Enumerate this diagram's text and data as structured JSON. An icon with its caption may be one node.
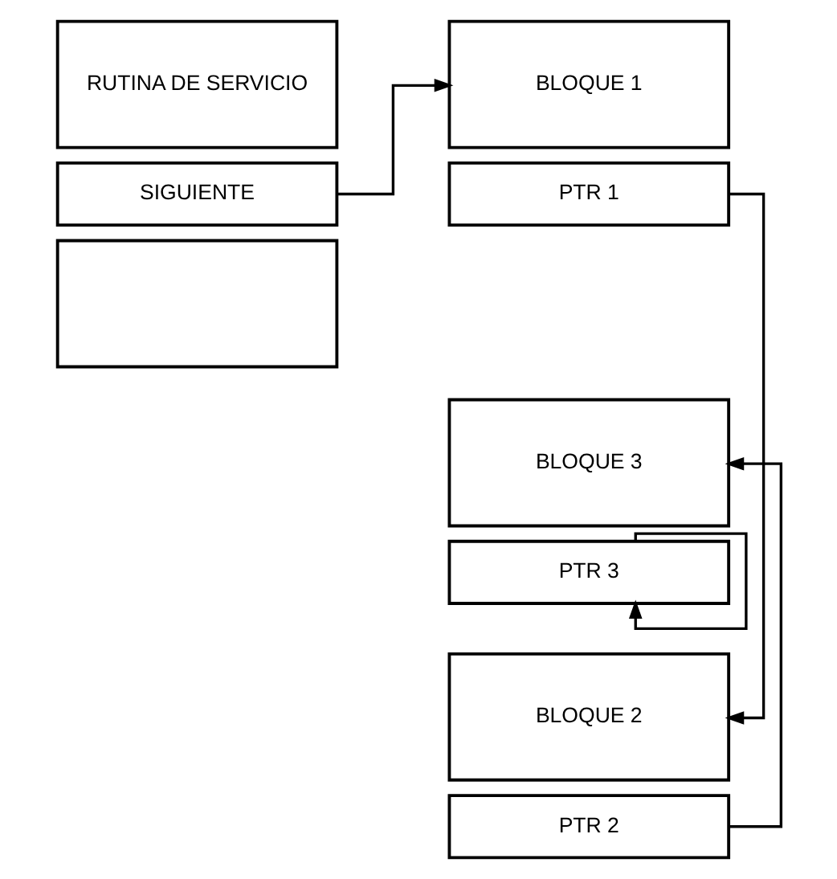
{
  "diagram": {
    "nodes": [
      {
        "text": [
          "RUTINA DE SERVICIO"
        ]
      },
      {
        "text": [
          "SIGUIENTE"
        ]
      },
      {
        "text": [],
        "shape": "box"
      },
      {
        "text": [
          "BLOQUE 1"
        ]
      },
      {
        "text": [
          "PTR 1"
        ]
      },
      {
        "text": [
          "BLOQUE 3"
        ]
      },
      {
        "text": [
          "PTR 3"
        ]
      },
      {
        "text": [
          "BLOQUE 2"
        ]
      },
      {
        "text": [
          "PTR 2"
        ]
      }
    ],
    "edges": [
      {
        "from": 1,
        "to": 3,
        "arrow": "to"
      },
      {
        "from": 4,
        "to": 7,
        "arrow": "to"
      },
      {
        "from": 6,
        "to": 6,
        "arrow": "to"
      },
      {
        "from": 8,
        "to": 5,
        "arrow": "to"
      }
    ]
  }
}
